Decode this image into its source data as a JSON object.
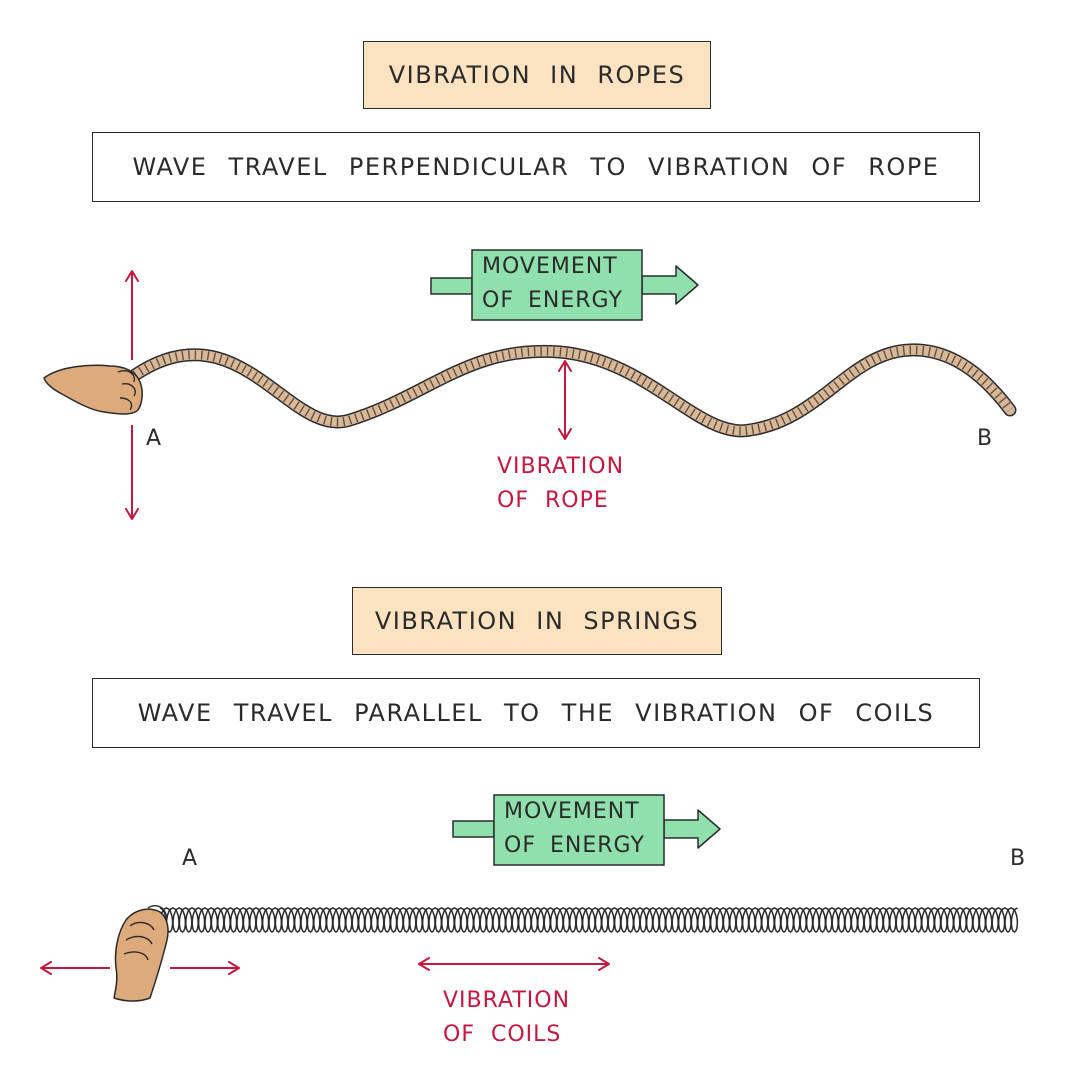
{
  "colors": {
    "title_fill": "#fbe3c2",
    "energy_fill": "#8fe0ad",
    "arrow_red": "#c8173f",
    "rope_fill": "#d6b89a",
    "hand_fill": "#ddaa7c",
    "outline": "#2b2b2b"
  },
  "rope_section": {
    "title": "VIBRATION IN ROPES",
    "description": "WAVE TRAVEL PERPENDICULAR TO VIBRATION OF ROPE",
    "energy_line1": "MOVEMENT",
    "energy_line2": "OF ENERGY",
    "point_a": "A",
    "point_b": "B",
    "vibration_line1": "VIBRATION",
    "vibration_line2": "OF ROPE"
  },
  "spring_section": {
    "title": "VIBRATION IN SPRINGS",
    "description": "WAVE TRAVEL PARALLEL TO THE VIBRATION OF COILS",
    "energy_line1": "MOVEMENT",
    "energy_line2": "OF ENERGY",
    "point_a": "A",
    "point_b": "B",
    "vibration_line1": "VIBRATION",
    "vibration_line2": "OF COILS"
  }
}
